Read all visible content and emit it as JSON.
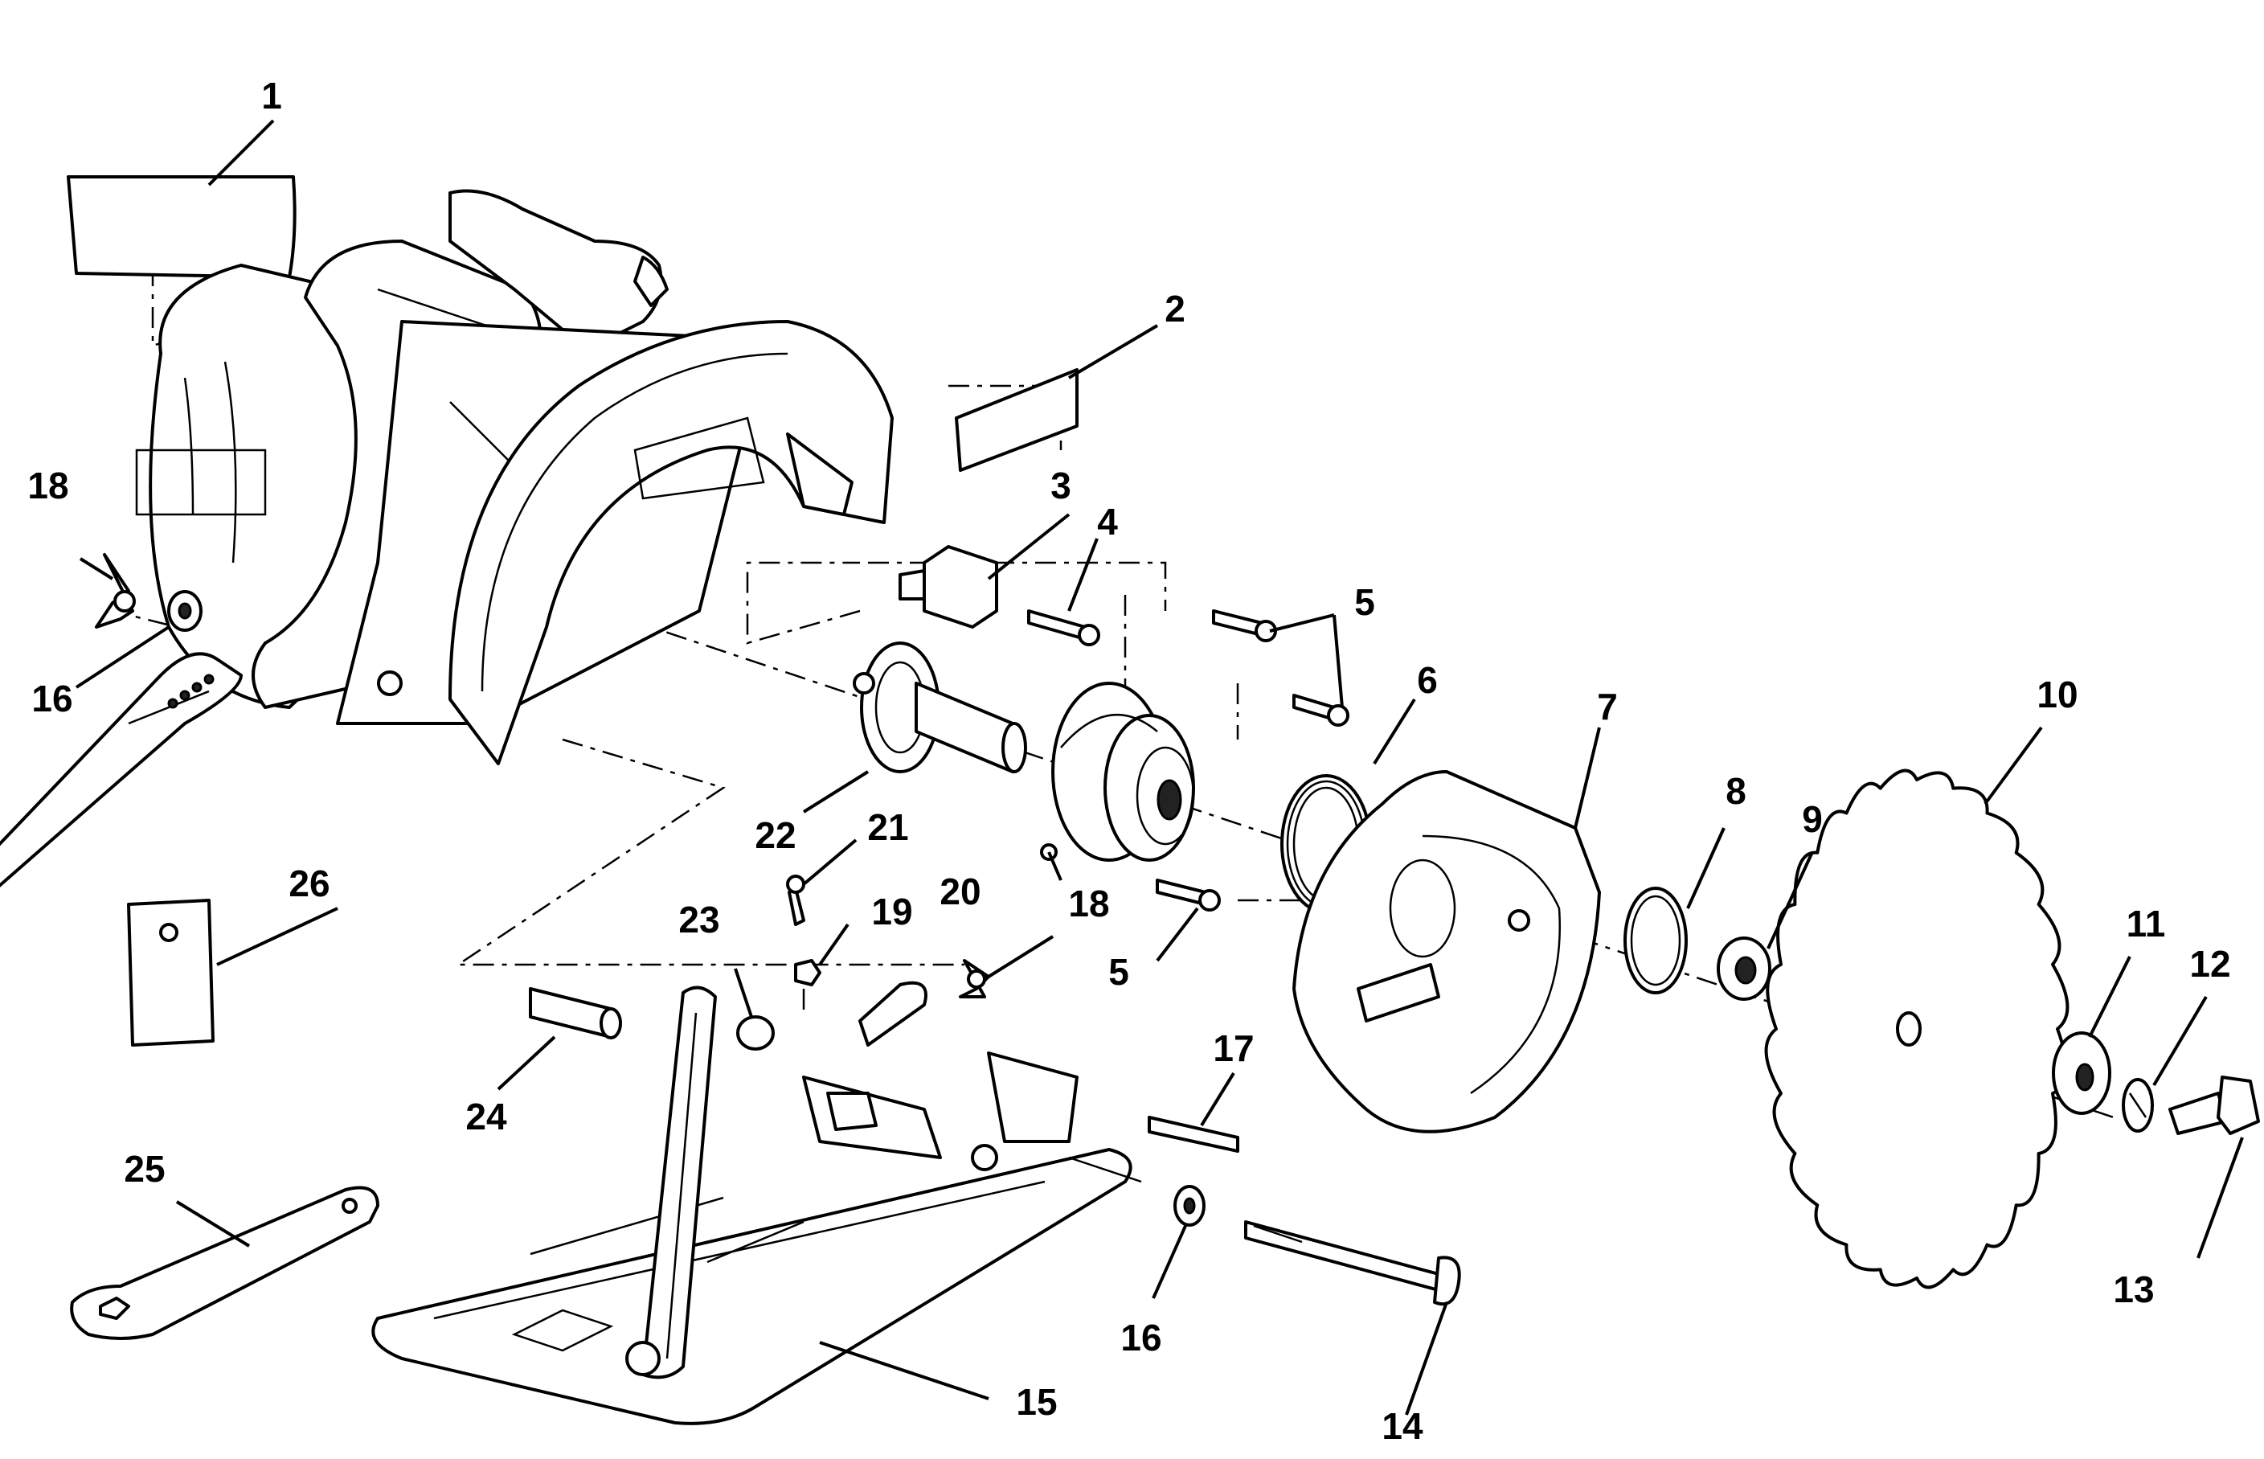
{
  "parts": [
    {
      "id": "p1",
      "label": "1"
    },
    {
      "id": "p2",
      "label": "2"
    },
    {
      "id": "p3",
      "label": "3"
    },
    {
      "id": "p4",
      "label": "4"
    },
    {
      "id": "p5a",
      "label": "5"
    },
    {
      "id": "p5b",
      "label": "5"
    },
    {
      "id": "p6",
      "label": "6"
    },
    {
      "id": "p7",
      "label": "7"
    },
    {
      "id": "p8",
      "label": "8"
    },
    {
      "id": "p9",
      "label": "9"
    },
    {
      "id": "p10",
      "label": "10"
    },
    {
      "id": "p11",
      "label": "11"
    },
    {
      "id": "p12",
      "label": "12"
    },
    {
      "id": "p13",
      "label": "13"
    },
    {
      "id": "p14",
      "label": "14"
    },
    {
      "id": "p15",
      "label": "15"
    },
    {
      "id": "p16a",
      "label": "16"
    },
    {
      "id": "p16b",
      "label": "16"
    },
    {
      "id": "p17",
      "label": "17"
    },
    {
      "id": "p18a",
      "label": "18"
    },
    {
      "id": "p18b",
      "label": "18"
    },
    {
      "id": "p19",
      "label": "19"
    },
    {
      "id": "p20",
      "label": "20"
    },
    {
      "id": "p21",
      "label": "21"
    },
    {
      "id": "p22",
      "label": "22"
    },
    {
      "id": "p23",
      "label": "23"
    },
    {
      "id": "p24",
      "label": "24"
    },
    {
      "id": "p25",
      "label": "25"
    },
    {
      "id": "p26",
      "label": "26"
    }
  ]
}
